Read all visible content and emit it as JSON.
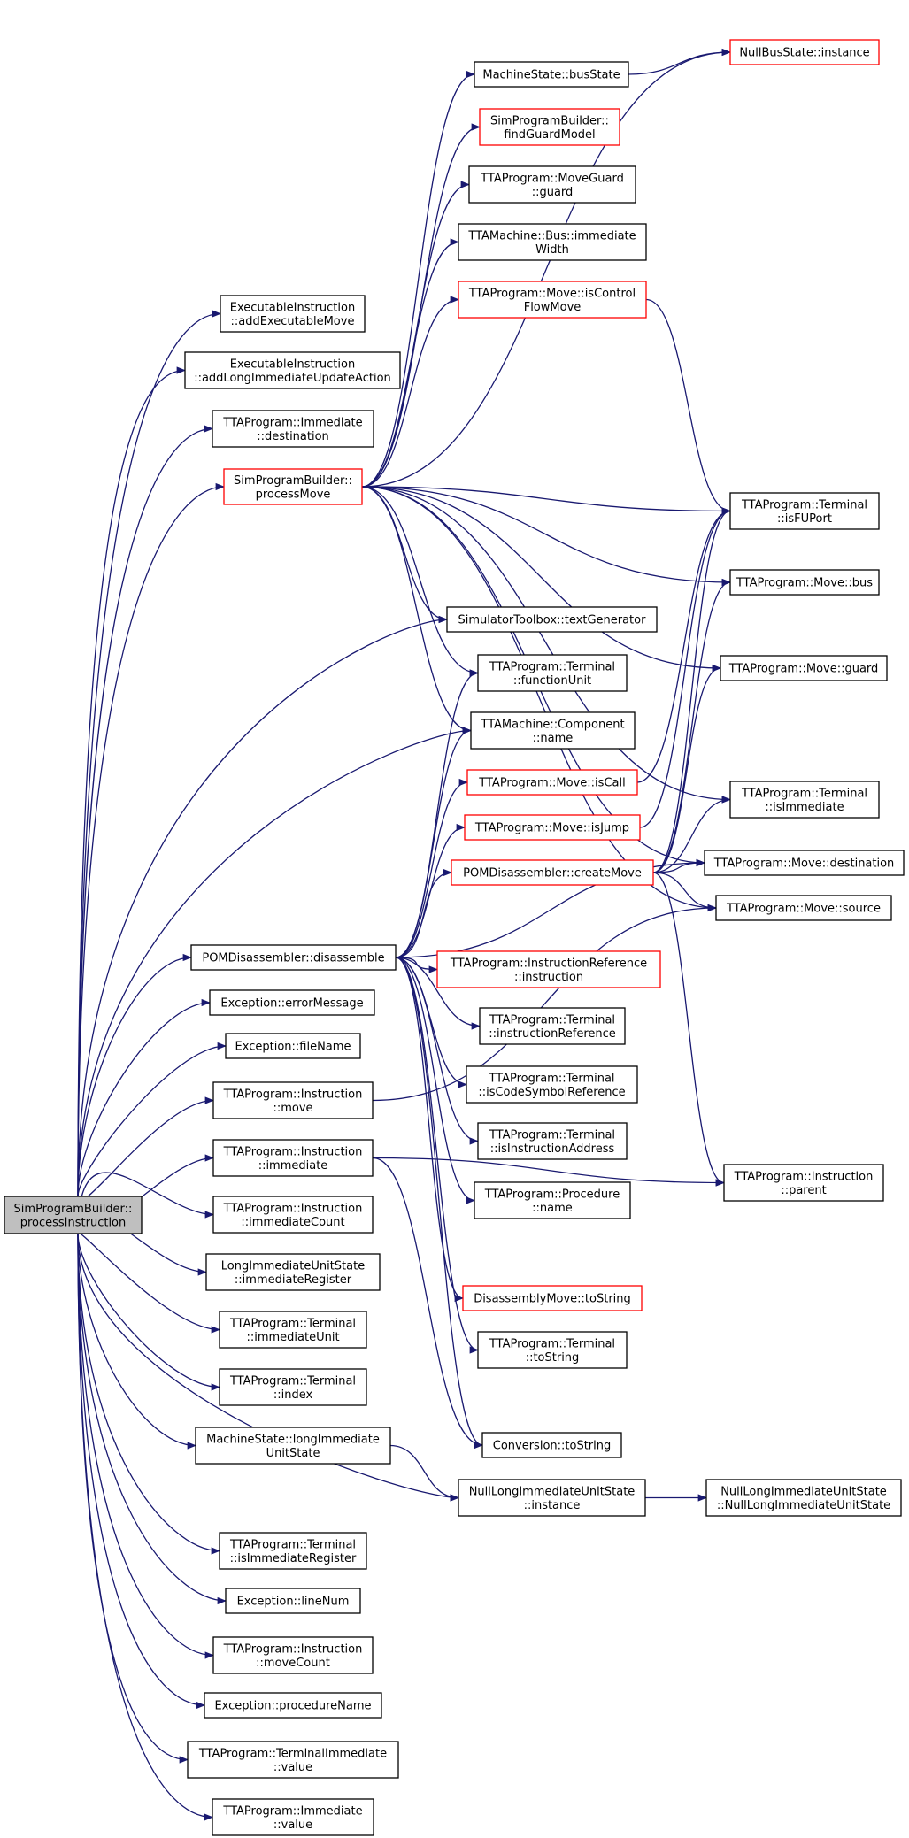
{
  "colors": {
    "edge": "#191970",
    "node_border_default": "#000000",
    "node_border_incomplete": "#ff0000",
    "node_fill": "#ffffff",
    "root_fill": "#bfbfbf"
  },
  "nodes": {
    "processInstruction": [
      "SimProgramBuilder::",
      "processInstruction"
    ],
    "addExecutableMove": [
      "ExecutableInstruction",
      "::addExecutableMove"
    ],
    "addLongImmediateUpdateAction": [
      "ExecutableInstruction",
      "::addLongImmediateUpdateAction"
    ],
    "immDestination": [
      "TTAProgram::Immediate",
      "::destination"
    ],
    "processMove": [
      "SimProgramBuilder::",
      "processMove"
    ],
    "busState": [
      "MachineState::busState"
    ],
    "nullBusInstance": [
      "NullBusState::instance"
    ],
    "findGuardModel": [
      "SimProgramBuilder::",
      "findGuardModel"
    ],
    "moveGuardGuard": [
      "TTAProgram::MoveGuard",
      "::guard"
    ],
    "immediateWidth": [
      "TTAMachine::Bus::immediate",
      "Width"
    ],
    "isControlFlowMove": [
      "TTAProgram::Move::isControl",
      "FlowMove"
    ],
    "isFUPort": [
      "TTAProgram::Terminal",
      "::isFUPort"
    ],
    "moveBus": [
      "TTAProgram::Move::bus"
    ],
    "textGenerator": [
      "SimulatorToolbox::textGenerator"
    ],
    "moveGuard": [
      "TTAProgram::Move::guard"
    ],
    "functionUnit": [
      "TTAProgram::Terminal",
      "::functionUnit"
    ],
    "componentName": [
      "TTAMachine::Component",
      "::name"
    ],
    "isCall": [
      "TTAProgram::Move::isCall"
    ],
    "isImmediate": [
      "TTAProgram::Terminal",
      "::isImmediate"
    ],
    "isJump": [
      "TTAProgram::Move::isJump"
    ],
    "createMove": [
      "POMDisassembler::createMove"
    ],
    "moveDestination": [
      "TTAProgram::Move::destination"
    ],
    "moveSource": [
      "TTAProgram::Move::source"
    ],
    "disassemble": [
      "POMDisassembler::disassemble"
    ],
    "irInstruction": [
      "TTAProgram::InstructionReference",
      "::instruction"
    ],
    "errorMessage": [
      "Exception::errorMessage"
    ],
    "instructionReference": [
      "TTAProgram::Terminal",
      "::instructionReference"
    ],
    "fileName": [
      "Exception::fileName"
    ],
    "instrMove": [
      "TTAProgram::Instruction",
      "::move"
    ],
    "isCodeSymbolReference": [
      "TTAProgram::Terminal",
      "::isCodeSymbolReference"
    ],
    "isInstructionAddress": [
      "TTAProgram::Terminal",
      "::isInstructionAddress"
    ],
    "instrImmediate": [
      "TTAProgram::Instruction",
      "::immediate"
    ],
    "instrParent": [
      "TTAProgram::Instruction",
      "::parent"
    ],
    "procedureName": [
      "TTAProgram::Procedure",
      "::name"
    ],
    "immediateCount": [
      "TTAProgram::Instruction",
      "::immediateCount"
    ],
    "immediateRegister": [
      "LongImmediateUnitState",
      "::immediateRegister"
    ],
    "disasmToString": [
      "DisassemblyMove::toString"
    ],
    "immediateUnit": [
      "TTAProgram::Terminal",
      "::immediateUnit"
    ],
    "terminalToString": [
      "TTAProgram::Terminal",
      "::toString"
    ],
    "terminalIndex": [
      "TTAProgram::Terminal",
      "::index"
    ],
    "longImmediateUnitState": [
      "MachineState::longImmediate",
      "UnitState"
    ],
    "convToString": [
      "Conversion::toString"
    ],
    "nullLIUInstance": [
      "NullLongImmediateUnitState",
      "::instance"
    ],
    "nullLIUCtor": [
      "NullLongImmediateUnitState",
      "::NullLongImmediateUnitState"
    ],
    "isImmediateRegister": [
      "TTAProgram::Terminal",
      "::isImmediateRegister"
    ],
    "lineNum": [
      "Exception::lineNum"
    ],
    "moveCount": [
      "TTAProgram::Instruction",
      "::moveCount"
    ],
    "exProcedureName": [
      "Exception::procedureName"
    ],
    "terminalImmediateValue": [
      "TTAProgram::TerminalImmediate",
      "::value"
    ],
    "immediateValue": [
      "TTAProgram::Immediate",
      "::value"
    ]
  }
}
